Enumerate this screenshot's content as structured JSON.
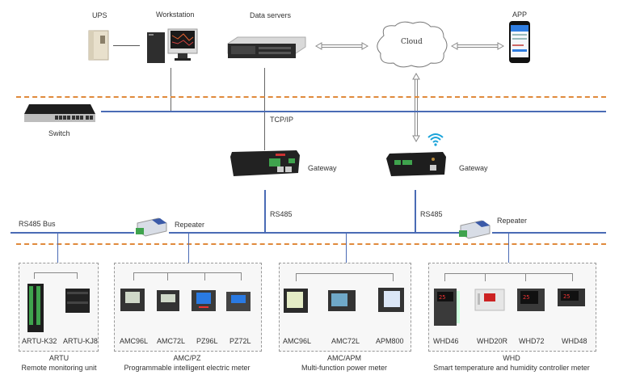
{
  "top": {
    "ups": "UPS",
    "workstation": "Workstation",
    "data_servers": "Data servers",
    "cloud": "Cloud",
    "app": "APP"
  },
  "network": {
    "switch": "Switch",
    "tcpip": "TCP/IP",
    "gateway_wired": "Gateway",
    "gateway_wireless": "Gateway",
    "rs485_left": "RS485",
    "rs485_right": "RS485",
    "rs485_bus": "RS485 Bus",
    "repeater_left": "Repeater",
    "repeater_right": "Repeater"
  },
  "groups": [
    {
      "title": "ARTU",
      "subtitle": "Remote monitoring unit",
      "devices": [
        "ARTU-K32",
        "ARTU-KJ8"
      ]
    },
    {
      "title": "AMC/PZ",
      "subtitle": "Programmable intelligent electric meter",
      "devices": [
        "AMC96L",
        "AMC72L",
        "PZ96L",
        "PZ72L"
      ]
    },
    {
      "title": "AMC/APM",
      "subtitle": "Multi-function power meter",
      "devices": [
        "AMC96L",
        "AMC72L",
        "APM800"
      ]
    },
    {
      "title": "WHD",
      "subtitle": "Smart temperature and humidity controller meter",
      "devices": [
        "WHD46",
        "WHD20R",
        "WHD72",
        "WHD48"
      ]
    }
  ],
  "colors": {
    "bus_line": "#4a6bb5",
    "dashed_separator": "#e08a3c",
    "wifi": "#1aa3d9"
  }
}
